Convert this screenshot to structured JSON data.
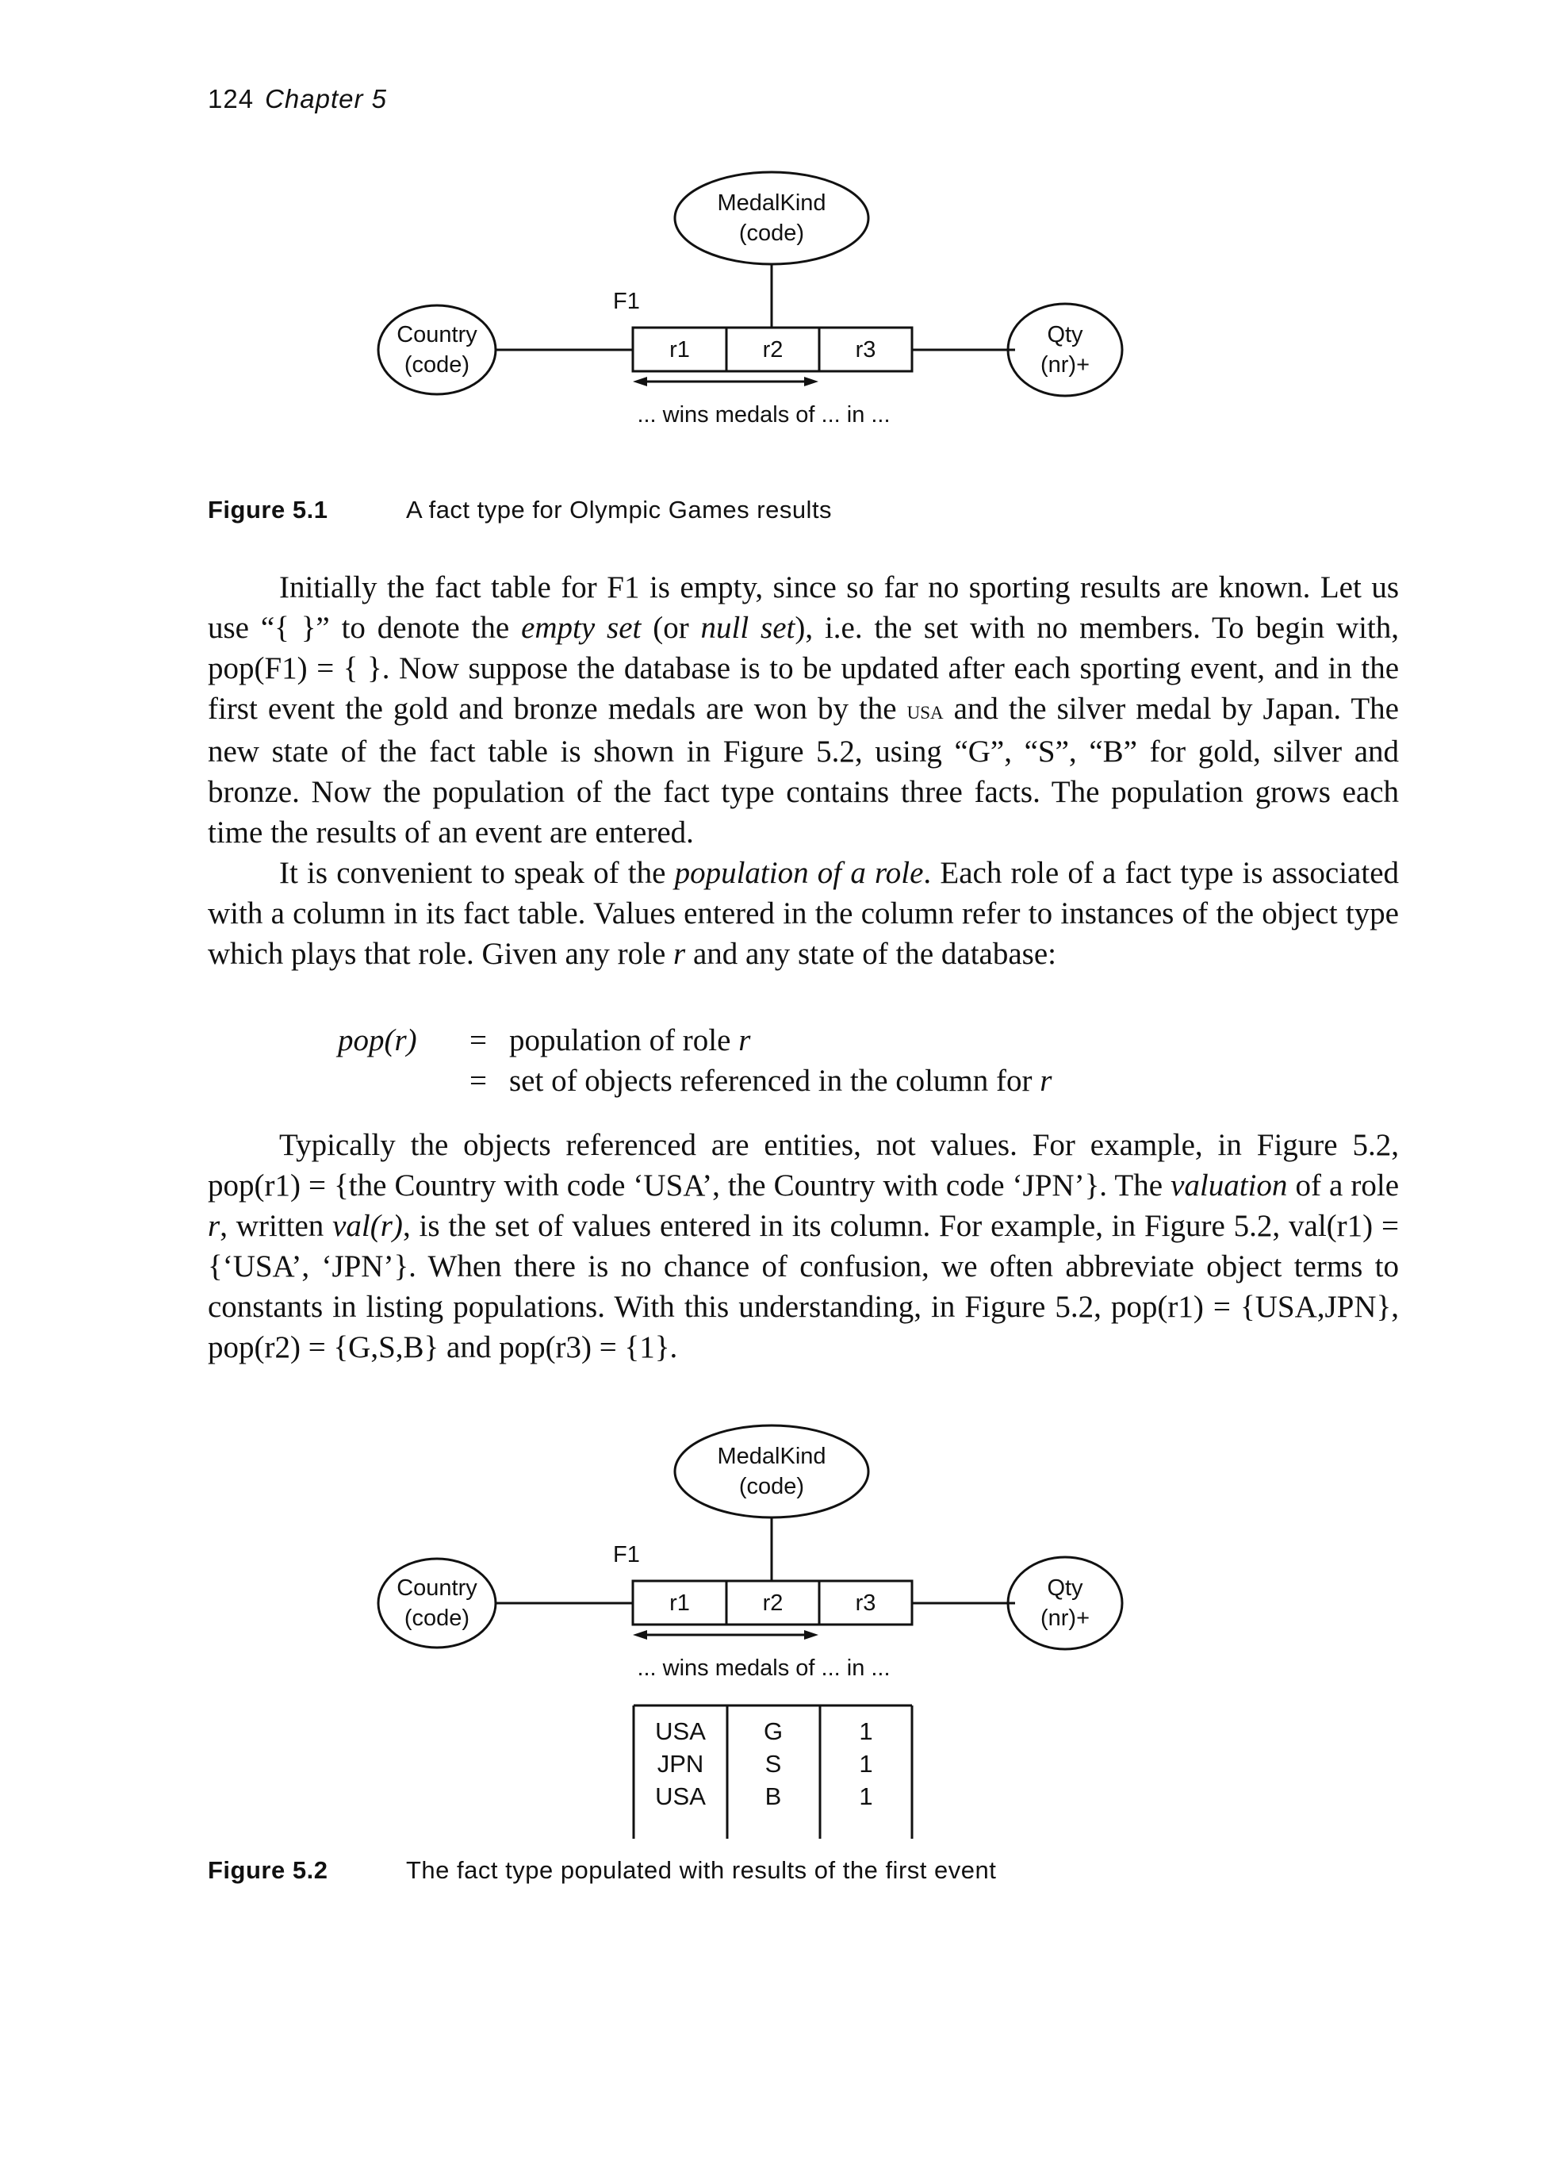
{
  "header": {
    "page_number": "124",
    "chapter": "Chapter 5"
  },
  "diagram": {
    "medal_kind": [
      "MedalKind",
      "(code)"
    ],
    "country": [
      "Country",
      "(code)"
    ],
    "qty": [
      "Qty",
      "(nr)+"
    ],
    "fact_label": "F1",
    "roles": [
      "r1",
      "r2",
      "r3"
    ],
    "reading": "... wins medals of ... in ..."
  },
  "figure1": {
    "number": "Figure 5.1",
    "title": "A fact type for Olympic Games results"
  },
  "figure2": {
    "number": "Figure 5.2",
    "title": "The fact type populated with results of the first event",
    "table_columns": [
      [
        "USA",
        "JPN",
        "USA"
      ],
      [
        "G",
        "S",
        "B"
      ],
      [
        "1",
        "1",
        "1"
      ]
    ]
  },
  "definition": {
    "term": "pop(r)",
    "eq": "=",
    "lines": [
      "population of role r",
      "set of objects referenced in the column for r"
    ]
  }
}
